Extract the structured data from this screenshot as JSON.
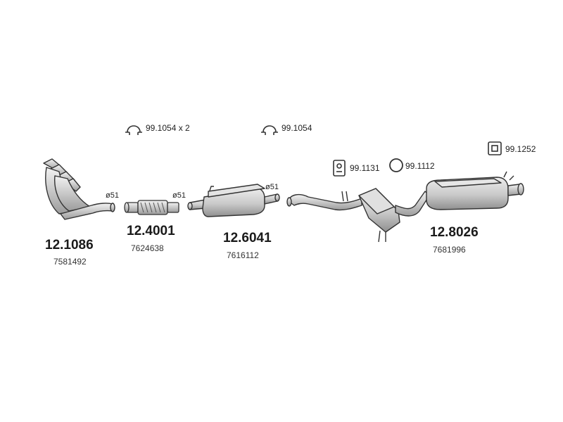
{
  "parts": [
    {
      "number": "12.1086",
      "oem": "7581492",
      "diameter": "ø51"
    },
    {
      "number": "12.4001",
      "oem": "7624638",
      "diameter": "ø51"
    },
    {
      "number": "12.6041",
      "oem": "7616112",
      "diameter": "ø51"
    },
    {
      "number": "12.8026",
      "oem": "7681996"
    }
  ],
  "accessories": [
    {
      "label": "99.1054 x 2",
      "icon": "clamp-icon"
    },
    {
      "label": "99.1054",
      "icon": "clamp-icon"
    },
    {
      "label": "99.1131",
      "icon": "rubber-mount-icon"
    },
    {
      "label": "99.1112",
      "icon": "ring-gasket-icon"
    },
    {
      "label": "99.1252",
      "icon": "rubber-mount-icon"
    }
  ],
  "colors": {
    "line": "#333333",
    "fill": "#d6d6d6",
    "shade": "#a8a8a8"
  }
}
